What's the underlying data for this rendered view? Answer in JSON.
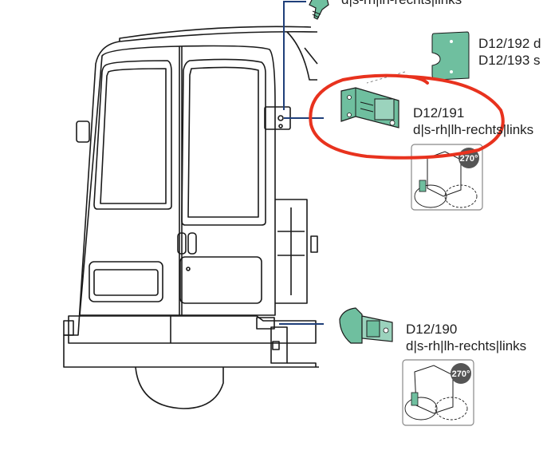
{
  "parts": [
    {
      "code": "",
      "side": "d|s-rh|lh-rechts|links"
    },
    {
      "code": "D12/192 d",
      "side": "D12/193 s"
    },
    {
      "code": "D12/191",
      "side": "d|s-rh|lh-rechts|links",
      "opening": "270°"
    },
    {
      "code": "D12/190",
      "side": "d|s-rh|lh-rechts|links",
      "opening": "270°"
    }
  ],
  "colors": {
    "part": "#6fbf9f",
    "leader": "#1f3f7a",
    "highlight": "#e8321e",
    "outline": "#1a1a1a"
  }
}
